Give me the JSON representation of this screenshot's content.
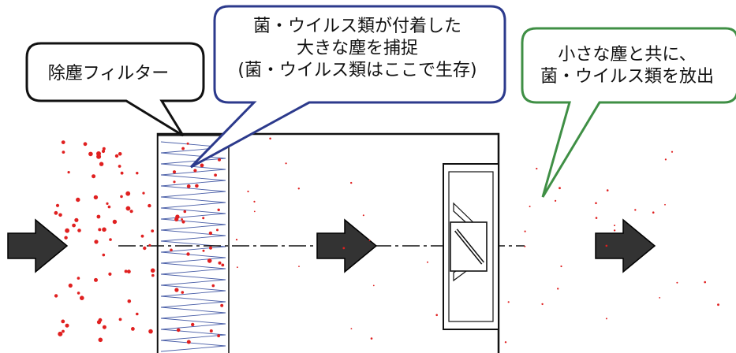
{
  "callouts": {
    "filter": {
      "lines": [
        "除塵フィルター"
      ],
      "border_color": "#111111"
    },
    "capture": {
      "lines": [
        "菌・ウイルス類が付着した",
        "大きな塵を捕捉",
        "(菌・ウイルス類はここで生存)"
      ],
      "border_color": "#2c3a8c"
    },
    "release": {
      "lines": [
        "小さな塵と共に、",
        "菌・ウイルス類を放出"
      ],
      "border_color": "#3f8f45"
    }
  },
  "colors": {
    "arrow": "#333333",
    "dust_particles": "#e02020",
    "axis_line": "#111111"
  },
  "icons": [
    "flow-arrow-icon",
    "fan-icon",
    "filter-icon"
  ]
}
